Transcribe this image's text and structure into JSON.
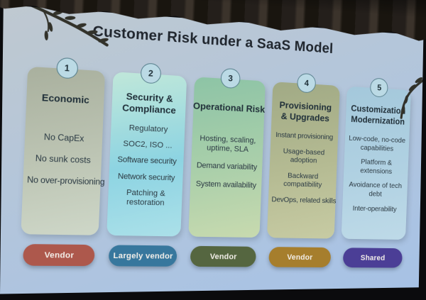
{
  "slide": {
    "title": "Customer Risk under a SaaS Model",
    "columns": [
      {
        "number": "1",
        "title": "Economic",
        "items": [
          "No CapEx",
          "No sunk costs",
          "No over-provisioning"
        ],
        "pill": {
          "label": "Vendor",
          "color": "#b0574b"
        },
        "card_colors": [
          "#a9b09d",
          "#bdc5b3",
          "#ced7c7"
        ]
      },
      {
        "number": "2",
        "title": "Security & Compliance",
        "items": [
          "Regulatory",
          "SOC2, ISO ...",
          "Software security",
          "Network security",
          "Patching & restoration"
        ],
        "pill": {
          "label": "Largely vendor",
          "color": "#35779f"
        },
        "card_colors": [
          "#bfe7d9",
          "#8bd5e3",
          "#a9e0ea"
        ]
      },
      {
        "number": "3",
        "title": "Operational Risk",
        "items": [
          "Hosting, scaling, uptime, SLA",
          "Demand variability",
          "System availability"
        ],
        "pill": {
          "label": "Vendor",
          "color": "#55663f"
        },
        "card_colors": [
          "#8bc5a5",
          "#a9cfa9",
          "#c7daae"
        ]
      },
      {
        "number": "4",
        "title": "Provisioning & Upgrades",
        "items": [
          "Instant provisioning",
          "Usage-based adoption",
          "Backward compatibility",
          "DevOps, related skills"
        ],
        "pill": {
          "label": "Vendor",
          "color": "#a87e2a"
        },
        "card_colors": [
          "#a1aa84",
          "#b5bb92",
          "#c7cba2"
        ]
      },
      {
        "number": "5",
        "title": "Customization Modernization",
        "items": [
          "Low-code, no-code capabilities",
          "Platform & extensions",
          "Avoidance of tech debt",
          "Inter-operability"
        ],
        "pill": {
          "label": "Shared",
          "color": "#4b3e99"
        },
        "card_colors": [
          "#a3c8dc",
          "#afd1e3",
          "#bddae9"
        ]
      }
    ]
  },
  "palette": {
    "screen_top": "#c0c9d0",
    "screen_bottom": "#a5c2e8",
    "title_color": "#20262e",
    "pill_text": "#f4f0ea",
    "branch_color": "#32322a"
  }
}
